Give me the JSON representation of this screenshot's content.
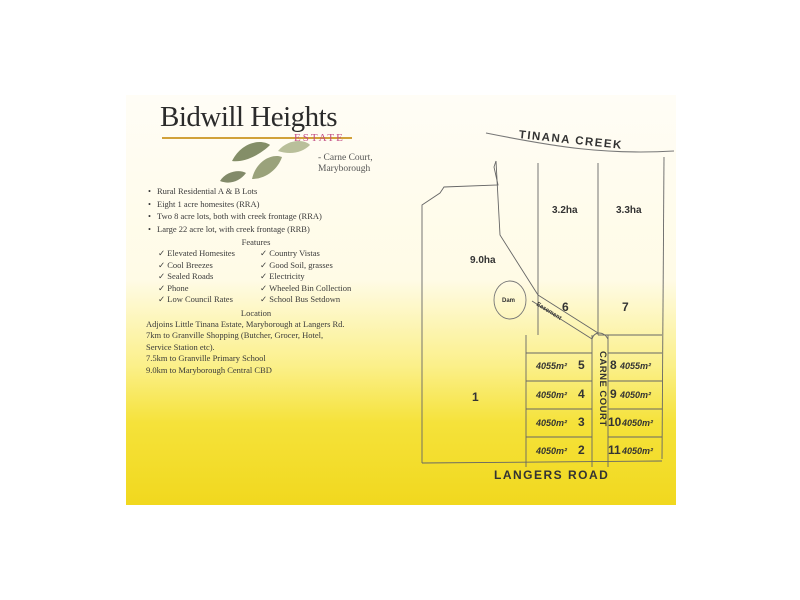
{
  "brand": {
    "title": "Bidwill Heights",
    "subtitle": "ESTATE",
    "location_line1": "- Carne Court,",
    "location_line2": "Maryborough",
    "accent_color": "#c34b82",
    "rule_color": "#d1a13a"
  },
  "lot_types": [
    "Rural Residential A & B Lots",
    "Eight 1 acre homesites (RRA)",
    "Two 8 acre lots, both with creek frontage (RRA)",
    "Large 22 acre lot, with creek frontage (RRB)"
  ],
  "features_heading": "Features",
  "features": [
    "Elevated Homesites",
    "Country Vistas",
    "Cool Breezes",
    "Good Soil, grasses",
    "Sealed Roads",
    "Electricity",
    "Phone",
    "Wheeled Bin Collection",
    "Low Council Rates",
    "School Bus Setdown"
  ],
  "location_heading": "Location",
  "location_lines": [
    "Adjoins Little Tinana Estate, Maryborough at Langers Rd.",
    "7km to Granville Shopping (Butcher, Grocer, Hotel,",
    "Service Station etc).",
    "7.5km to Granville Primary School",
    "9.0km to Maryborough Central CBD"
  ],
  "map": {
    "creek_label": "TINANA  CREEK",
    "road_label": "LANGERS  ROAD",
    "court_label": "CARNE COURT",
    "easement_label": "Easement",
    "dam_label": "Dam",
    "area_lot1": "9.0ha",
    "area_lot6": "3.2ha",
    "area_lot7": "3.3ha",
    "lots": {
      "l1": "1",
      "l2": "2",
      "l3": "3",
      "l4": "4",
      "l5": "5",
      "l6": "6",
      "l7": "7",
      "l8": "8",
      "l9": "9",
      "l10": "10",
      "l11": "11"
    },
    "small_lot_areas": {
      "l2": "4050m²",
      "l3": "4050m²",
      "l4": "4050m²",
      "l5": "4055m²",
      "l8": "4055m²",
      "l9": "4050m²",
      "l10": "4050m²",
      "l11": "4050m²"
    }
  },
  "colors": {
    "background_top": "#fffdf6",
    "background_bottom": "#f1d81e",
    "line": "#555555"
  }
}
